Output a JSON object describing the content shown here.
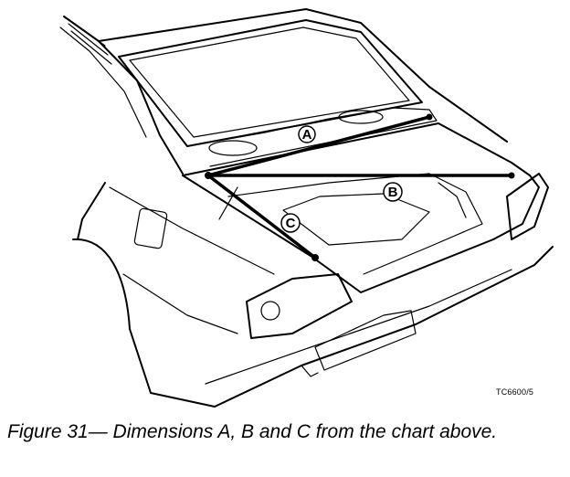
{
  "figure": {
    "markers": {
      "a": "A",
      "b": "B",
      "c": "C"
    },
    "code": "TC6600/5",
    "caption": "Figure 31— Dimensions A, B and C from the chart above."
  },
  "colors": {
    "ink": "#000000",
    "background": "#ffffff"
  }
}
